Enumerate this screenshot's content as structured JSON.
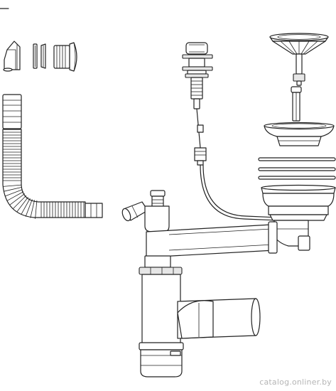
{
  "watermark": "catalog.onliner.by",
  "colors": {
    "line": "#222222",
    "fill_light": "#e6e6e6",
    "fill_mid": "#bdbdbd",
    "watermark": "#b5b5b5"
  },
  "parts": [
    {
      "name": "angled-nozzle"
    },
    {
      "name": "flat-gasket"
    },
    {
      "name": "conical-gasket"
    },
    {
      "name": "union-nut"
    },
    {
      "name": "flexible-corrugated-hose"
    },
    {
      "name": "overflow-push-knob"
    },
    {
      "name": "control-cable"
    },
    {
      "name": "basket-strainer"
    },
    {
      "name": "strainer-stem"
    },
    {
      "name": "sink-outlet-flange"
    },
    {
      "name": "flange-gaskets"
    },
    {
      "name": "outlet-body"
    },
    {
      "name": "bottle-trap"
    }
  ]
}
